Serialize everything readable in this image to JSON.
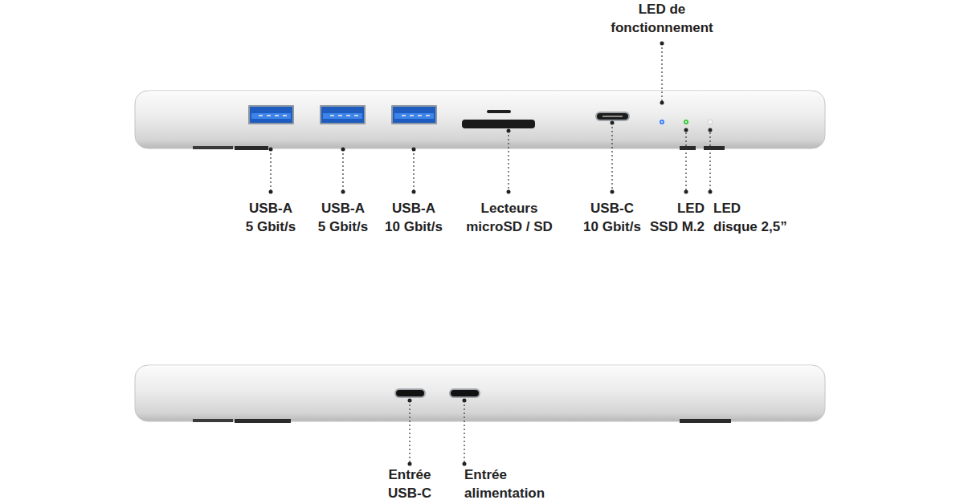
{
  "diagram": {
    "labels": [
      "LED de fonctionnement",
      "USB-A 5 Gbit/s",
      "USB-A 5 Gbit/s",
      "USB-A 10 Gbit/s",
      "Lecteurs microSD / SD",
      "USB-C 10 Gbit/s",
      "LED SSD M.2",
      "LED disque 2,5”",
      "Entrée USB-C",
      "Entrée alimentation"
    ]
  }
}
